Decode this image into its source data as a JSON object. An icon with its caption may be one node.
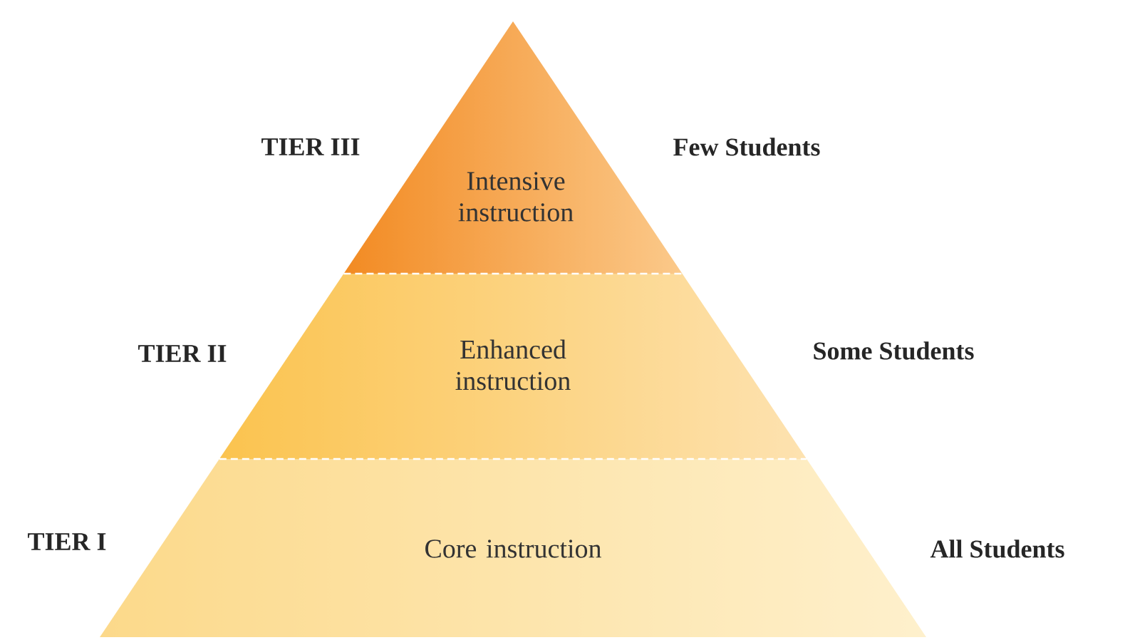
{
  "diagram": {
    "nodes": [
      {
        "text": [
          "Intensive instruction"
        ]
      },
      {
        "text": [
          "Enhanced instruction"
        ]
      },
      {
        "text": [
          "Core instruction"
        ]
      }
    ],
    "labels": [
      "TIER III",
      "Few Students",
      "TIER II",
      "Some Students",
      "TIER I",
      "All Students"
    ]
  }
}
